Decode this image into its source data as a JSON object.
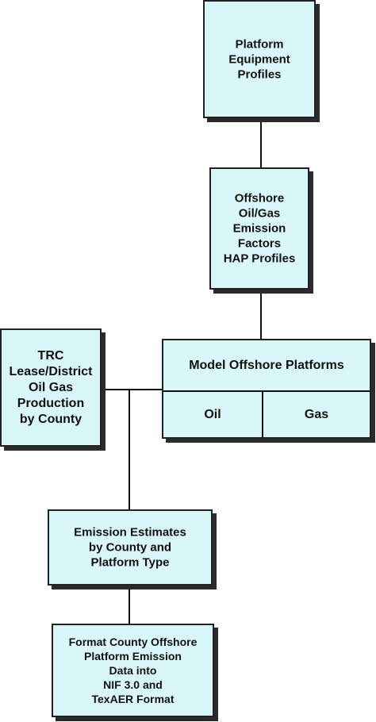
{
  "diagram": {
    "nodes": {
      "platform_equipment": {
        "lines": [
          "Platform",
          "Equipment",
          "Profiles"
        ]
      },
      "offshore_emission": {
        "lines": [
          "Offshore",
          "Oil/Gas",
          "Emission",
          "Factors",
          "HAP Profiles"
        ]
      },
      "trc": {
        "lines": [
          "TRC",
          "Lease/District",
          "Oil Gas",
          "Production",
          "by County"
        ]
      },
      "model_platforms": {
        "title": "Model Offshore Platforms",
        "oil": "Oil",
        "gas": "Gas"
      },
      "emission_estimates": {
        "lines": [
          "Emission Estimates",
          "by County and",
          "Platform Type"
        ]
      },
      "format_county": {
        "lines": [
          "Format County Offshore",
          "Platform Emission",
          "Data into",
          "NIF 3.0 and",
          "TexAER Format"
        ]
      }
    }
  },
  "colors": {
    "box_fill": "#d9f7f9",
    "shadow": "#2b2b2b",
    "line": "#111111"
  }
}
